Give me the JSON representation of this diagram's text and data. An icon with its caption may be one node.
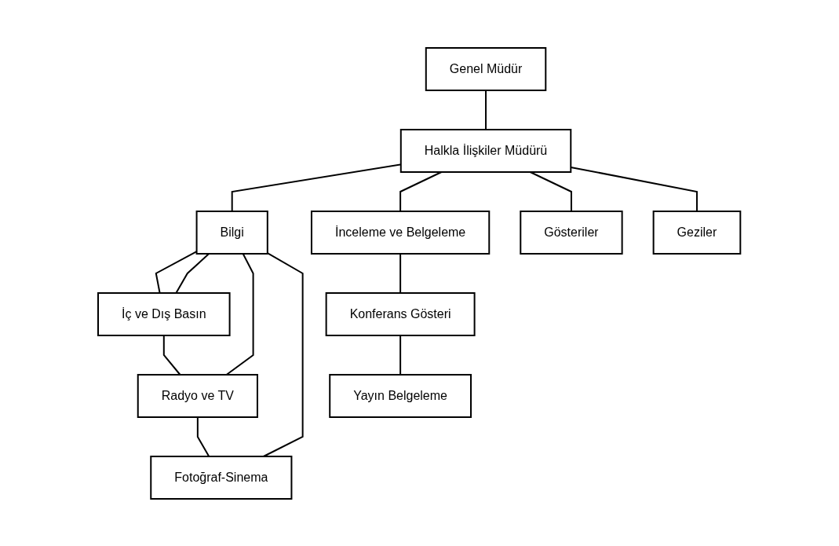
{
  "diagram": {
    "nodes": [
      {
        "text": [
          "Genel Müdür"
        ]
      },
      {
        "text": [
          "Halkla İlişkiler Müdürü"
        ]
      },
      {
        "text": [
          "Bilgi"
        ]
      },
      {
        "text": [
          "İç ve Dış Basın"
        ]
      },
      {
        "text": [
          "Radyo ve TV"
        ]
      },
      {
        "text": [
          "Fotoğraf-Sinema"
        ]
      },
      {
        "text": [
          "İnceleme ve Belgeleme"
        ]
      },
      {
        "text": [
          "Konferans Gösteri"
        ]
      },
      {
        "text": [
          "Yayın Belgeleme"
        ]
      },
      {
        "text": [
          "Gösteriler"
        ]
      },
      {
        "text": [
          "Geziler"
        ]
      }
    ],
    "edges": [
      {
        "from": 0,
        "to": 1,
        "arrow": "none"
      },
      {
        "from": 1,
        "to": 2,
        "arrow": "none"
      },
      {
        "from": 1,
        "to": 6,
        "arrow": "none"
      },
      {
        "from": 1,
        "to": 9,
        "arrow": "none"
      },
      {
        "from": 1,
        "to": 10,
        "arrow": "none"
      },
      {
        "from": 2,
        "to": 3,
        "arrow": "none"
      },
      {
        "from": 3,
        "to": 4,
        "arrow": "none"
      },
      {
        "from": 4,
        "to": 5,
        "arrow": "none"
      },
      {
        "from": 2,
        "to": 3,
        "arrow": "none"
      },
      {
        "from": 2,
        "to": 4,
        "arrow": "none"
      },
      {
        "from": 2,
        "to": 5,
        "arrow": "none"
      },
      {
        "from": 6,
        "to": 7,
        "arrow": "none"
      },
      {
        "from": 7,
        "to": 8,
        "arrow": "none"
      }
    ]
  }
}
